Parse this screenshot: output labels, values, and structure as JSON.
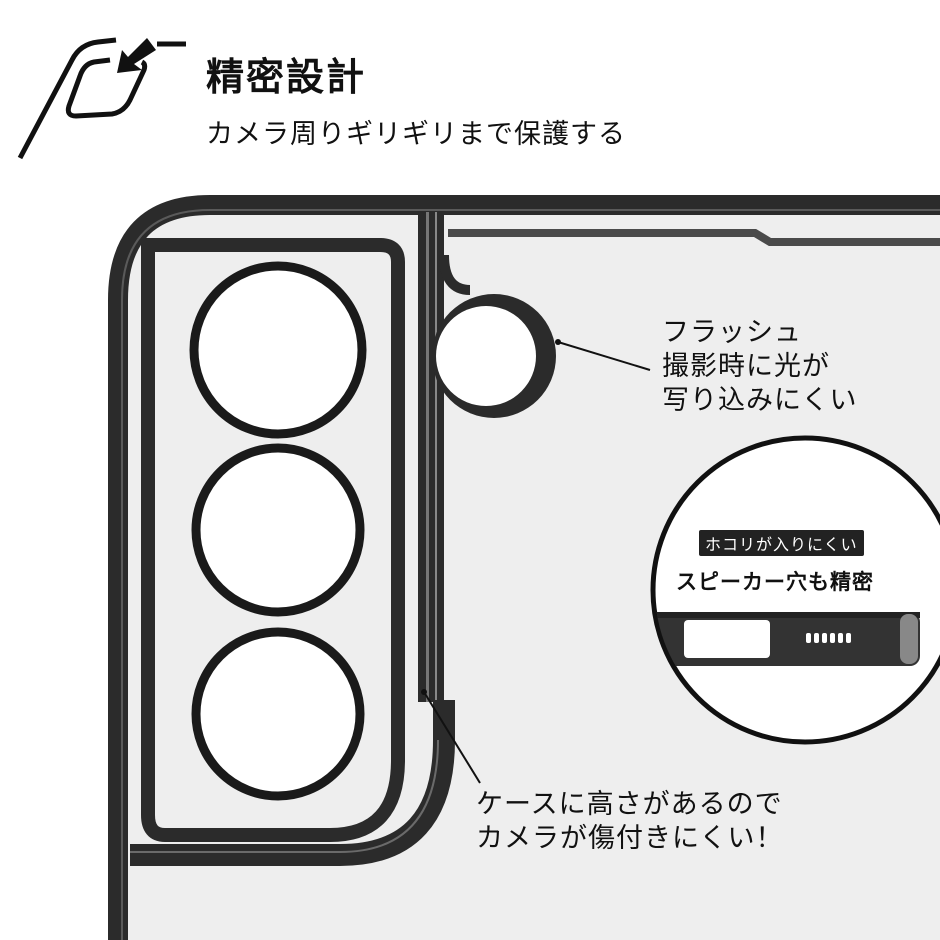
{
  "header": {
    "title": "精密設計",
    "subtitle": "カメラ周りギリギリまで保護する",
    "icon": "camera-edge-arrow-icon"
  },
  "callouts": {
    "flash": "フラッシュ\n撮影時に光が\n写り込みにくい",
    "camera_height": "ケースに高さがあるので\nカメラが傷付きにくい！"
  },
  "inset": {
    "badge": "ホコリが入りにくい",
    "title": "スピーカー穴も精密",
    "speaker_holes": 6
  },
  "colors": {
    "background": "#ffffff",
    "case_frame": "#2b2b2b",
    "case_back": "#eeeeee",
    "text": "#111111"
  }
}
